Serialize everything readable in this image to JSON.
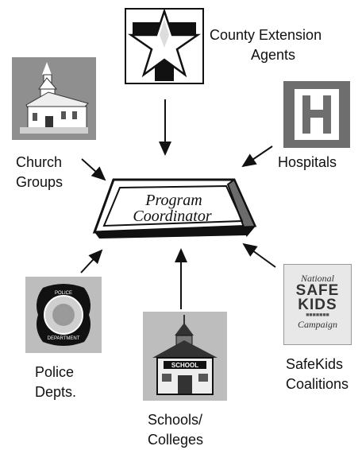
{
  "center": {
    "line1": "Program",
    "line2": "Coordinator"
  },
  "nodes": {
    "extension": {
      "line1": "County Extension",
      "line2": "Agents"
    },
    "church": {
      "line1": "Church",
      "line2": "Groups"
    },
    "hospitals": {
      "line1": "Hospitals"
    },
    "police": {
      "line1": "Police",
      "line2": "Depts.",
      "badge_top": "POLICE",
      "badge_bottom": "DEPARTMENT"
    },
    "schools": {
      "line1": "Schools/",
      "line2": "Colleges",
      "sign": "SCHOOL"
    },
    "safekids": {
      "line1": "SafeKids",
      "line2": "Coalitions",
      "logo_line1": "National",
      "logo_line2": "SAFE",
      "logo_line3": "KIDS",
      "logo_line4": "Campaign"
    }
  },
  "colors": {
    "ink": "#111111",
    "gray": "#9a9a9a",
    "darkgray": "#6b6b6b",
    "light": "#cfcfcf"
  }
}
